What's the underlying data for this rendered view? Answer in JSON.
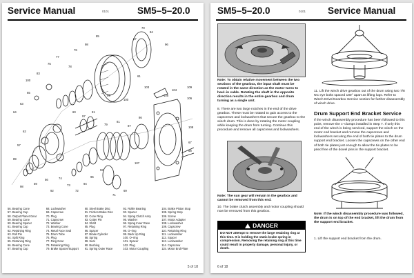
{
  "left_page": {
    "header_title": "Service Manual",
    "header_code": "0101",
    "header_model": "SM5–5–20.0",
    "page_number": "5 of 18",
    "callouts": [
      "70",
      "84",
      "85",
      "98",
      "76",
      "67",
      "96",
      "77",
      "75",
      "83",
      "100",
      "61",
      "78",
      "65",
      "103",
      "63",
      "64",
      "99",
      "100",
      "109",
      "106",
      "105",
      "104",
      "108",
      "67",
      "68",
      "60",
      "97",
      "81",
      "79",
      "81",
      "87",
      "86",
      "107",
      "93",
      "95",
      "94",
      "69",
      "71",
      "72",
      "73",
      "74",
      "62",
      "57",
      "89",
      "98",
      "59",
      "56",
      "92"
    ],
    "parts_columns": [
      [
        "56. Bearing Cone",
        "57. Bearing Cup",
        "58. Output Planet Gear",
        "59. Bearing Cone",
        "60. Bearing Spacer",
        "61. Bearing Cup",
        "62. Retaining Ring",
        "63. Roll Pin",
        "64. Split Ring",
        "65. Retaining Ring",
        "66. Bearing Cone",
        "67. Bearing Cup"
      ],
      [
        "68. Lockwasher",
        "69. Capscrew",
        "70. Plug",
        "71. Capscrew",
        "72. Washer",
        "73. Bearing Cone",
        "74. Metal Face Seal",
        "75. Drum Tube",
        "76. Plug",
        "77. Ring Gear",
        "78. Retaining Ring",
        "79. Brake Spacer/Support"
      ],
      [
        "80. Steel Brake Disc",
        "81. Friction Brake Disc",
        "82. Cone Ring",
        "83. Cotter Pin",
        "84. Shaft",
        "85. Plug",
        "86. Spacer",
        "87. Brake Cylinder",
        "88. Spring",
        "89. Seal",
        "90. Bushing",
        "91. Spring Outer Race"
      ],
      [
        "92. Roller Bearing",
        "93. Spacer",
        "94. Sprag Clutch Assy",
        "95. Washer",
        "96. Sprag Inner Race",
        "97. Retaining Ring",
        "98. O–ring",
        "99. Back Up Ring",
        "100. O–ring",
        "101. Spacer",
        "102. Plug",
        "103. Motor Coupling"
      ],
      [
        "104. Brake Piston Stop",
        "105. Spring Stop",
        "106. Screw",
        "107. Motor Adapter",
        "108. Lockwasher",
        "109. Capscrew",
        "110. Retaining Ring",
        "111. Lockwasher",
        "112. Spacer",
        "113. Lockwasher",
        "114. Capscrew",
        "115. Motor End Plate"
      ]
    ]
  },
  "right_page": {
    "header_model": "SM5–5–20.0",
    "header_code": "0101",
    "header_title": "Service Manual",
    "page_number": "6 of 18",
    "note1": "Note: To obtain relative movement between the two sections of the gearbox, the input shaft must be rotated in the same direction as the motor turns to haul–in cable. Rotating the shaft in the opposite direction results in the entire gearbox and drum turning as a single unit.",
    "step8": "8.   There are two large notches in the end of the drive gearbox. These must be rotated to gain access to the capscrews and lockwashers that secure the gearbox to the winch drum. This is done by rotating the motor coupling while keeping the drum from turning. Continue this procedure and remove all capscrews and lockwashers.",
    "note2": "Note: The sun gear will remain in the gearbox and cannot be removed from this end.",
    "step10": "10.  The brake clutch assembly and motor coupling should now be removed from this gearbox.",
    "danger_title": "DANGER",
    "danger_body": "DO NOT attempt to remove the large retaining ring at this time. It is holding the static brake spring in compression. Removing the retaining ring at this time could result in property damage, personal injury, or death.",
    "step11": "11.  Lift the winch drive gearbox out of the drum using two 7/8 NC eye bolts spaced 180° apart as lifting lugs. Refer to Winch Drive/Gearbox Service section for further disassembly of winch drive.",
    "section_title": "Drum Support End Bracket Service",
    "section_body": "If the winch disassembly procedure has been followed to this point, remove the c–clamps installed in Step 7. If only this end of the winch is being serviced, support the winch on the motor end bracket and remove the capscrews and lockwashers securing the end of both tie plates to the drum support end bracket. Loosen the capscrews on the other end of both tie plates just enough to allow the tie plates to be pried free of the dowel pins in the support bracket.",
    "note3": "Note: If the winch disassembly procedure was followed, the drum is on top of the end bracket, lift the drum from the support end bracket.",
    "step1": "1.   Lift the support end bracket from the drum."
  },
  "colors": {
    "page_bg": "#ffffff",
    "backdrop": "#e4e4e4",
    "danger_bg": "#000000"
  }
}
